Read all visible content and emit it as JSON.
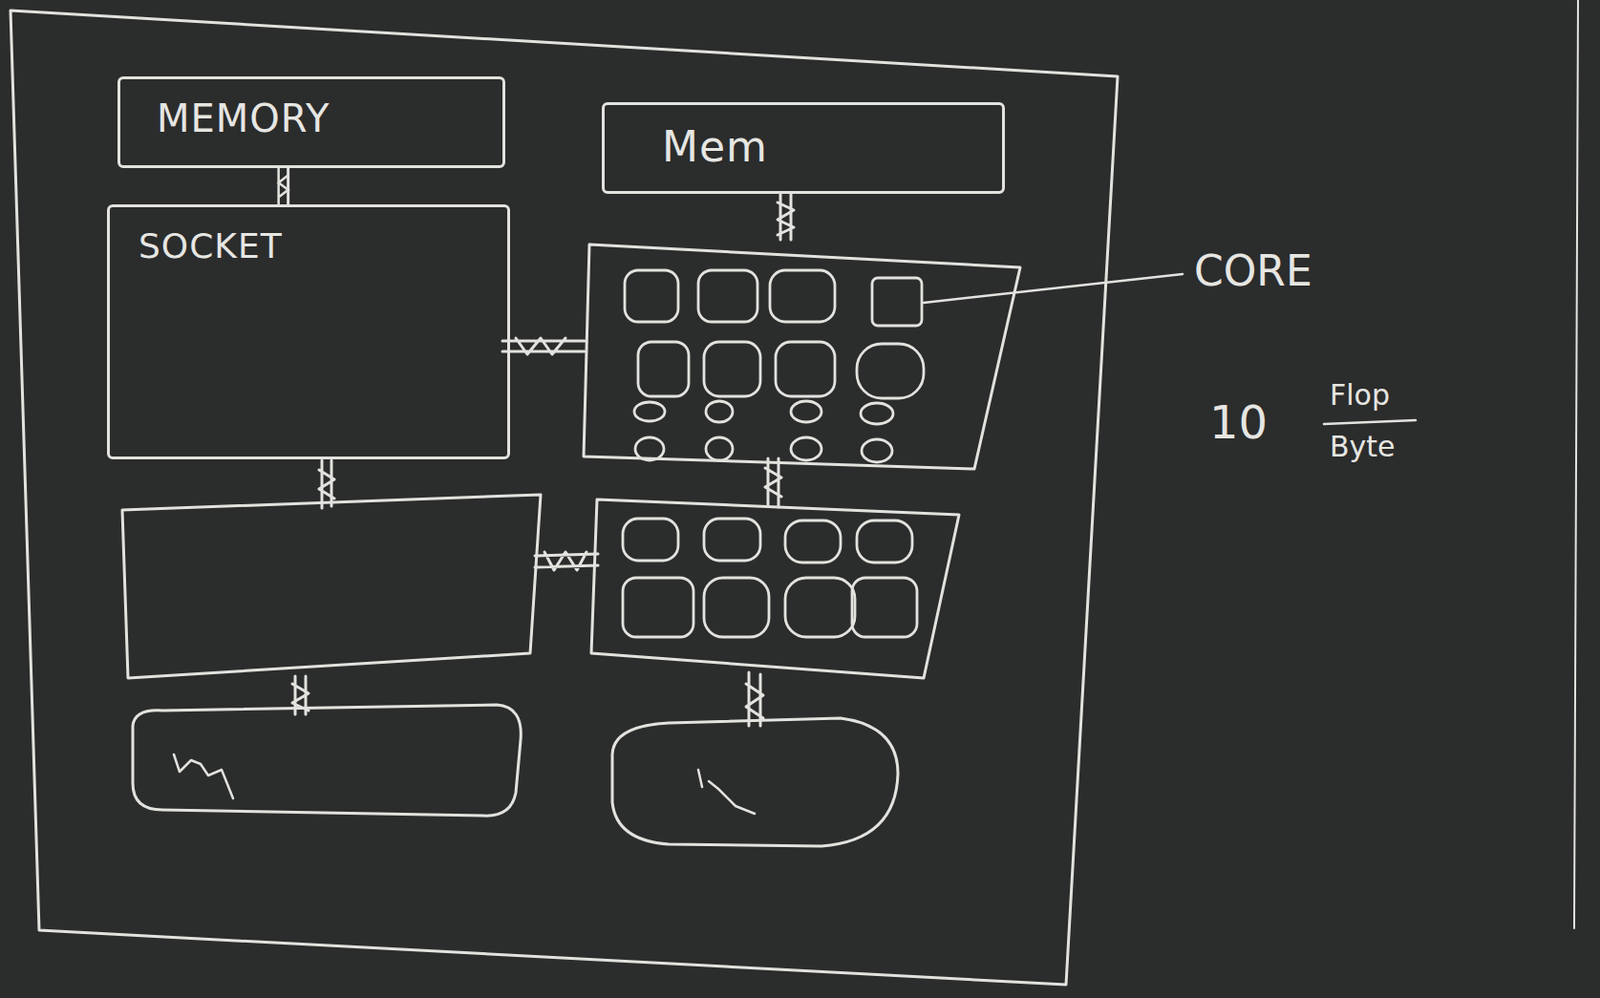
{
  "diagram": {
    "nodes": [
      {
        "text": [
          "MEMORY"
        ]
      },
      {
        "text": [
          "Mem"
        ]
      },
      {
        "text": [
          "SOCKET"
        ]
      }
    ],
    "edges": [
      {
        "from": 0,
        "to": 2,
        "arrow": "none"
      }
    ],
    "labels": [
      "CORE",
      "10",
      "Flop",
      "Byte"
    ]
  }
}
